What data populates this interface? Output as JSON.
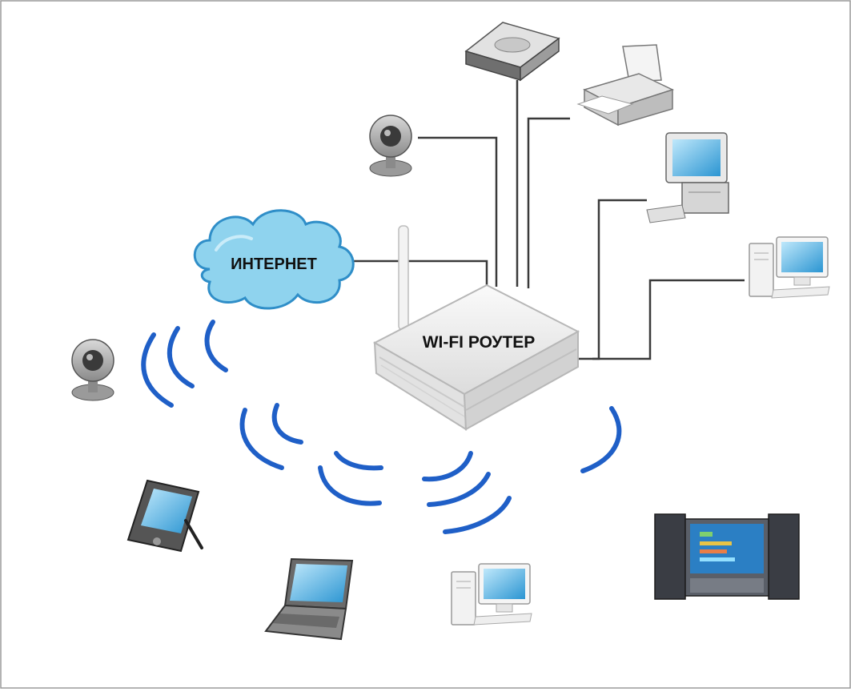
{
  "labels": {
    "internet": "ИНТЕРНЕТ",
    "router": "WI-FI РОУТЕР"
  },
  "nodes": [
    {
      "id": "internet",
      "icon": "cloud-icon",
      "link": "wired"
    },
    {
      "id": "router",
      "icon": "router-icon",
      "link": "hub"
    },
    {
      "id": "nas",
      "icon": "hard-drive-icon",
      "link": "wired"
    },
    {
      "id": "printer",
      "icon": "printer-icon",
      "link": "wired"
    },
    {
      "id": "webcam-wired",
      "icon": "webcam-icon",
      "link": "wired"
    },
    {
      "id": "desktop-pc",
      "icon": "desktop-pc-icon",
      "link": "wired"
    },
    {
      "id": "white-pc-wired",
      "icon": "white-pc-icon",
      "link": "wired"
    },
    {
      "id": "webcam-wireless",
      "icon": "webcam-icon",
      "link": "wireless"
    },
    {
      "id": "pda",
      "icon": "pda-icon",
      "link": "wireless"
    },
    {
      "id": "laptop",
      "icon": "laptop-icon",
      "link": "wireless"
    },
    {
      "id": "white-pc-wireless",
      "icon": "white-pc-icon",
      "link": "wireless"
    },
    {
      "id": "media-center",
      "icon": "media-center-icon",
      "link": "wireless"
    }
  ],
  "colors": {
    "wire": "#3a3a3a",
    "wave": "#1f5fc7",
    "cloud_fill": "#8fd3ee",
    "cloud_stroke": "#2f8ec8",
    "screen": "#3ea7dd",
    "frame": "#888888"
  }
}
